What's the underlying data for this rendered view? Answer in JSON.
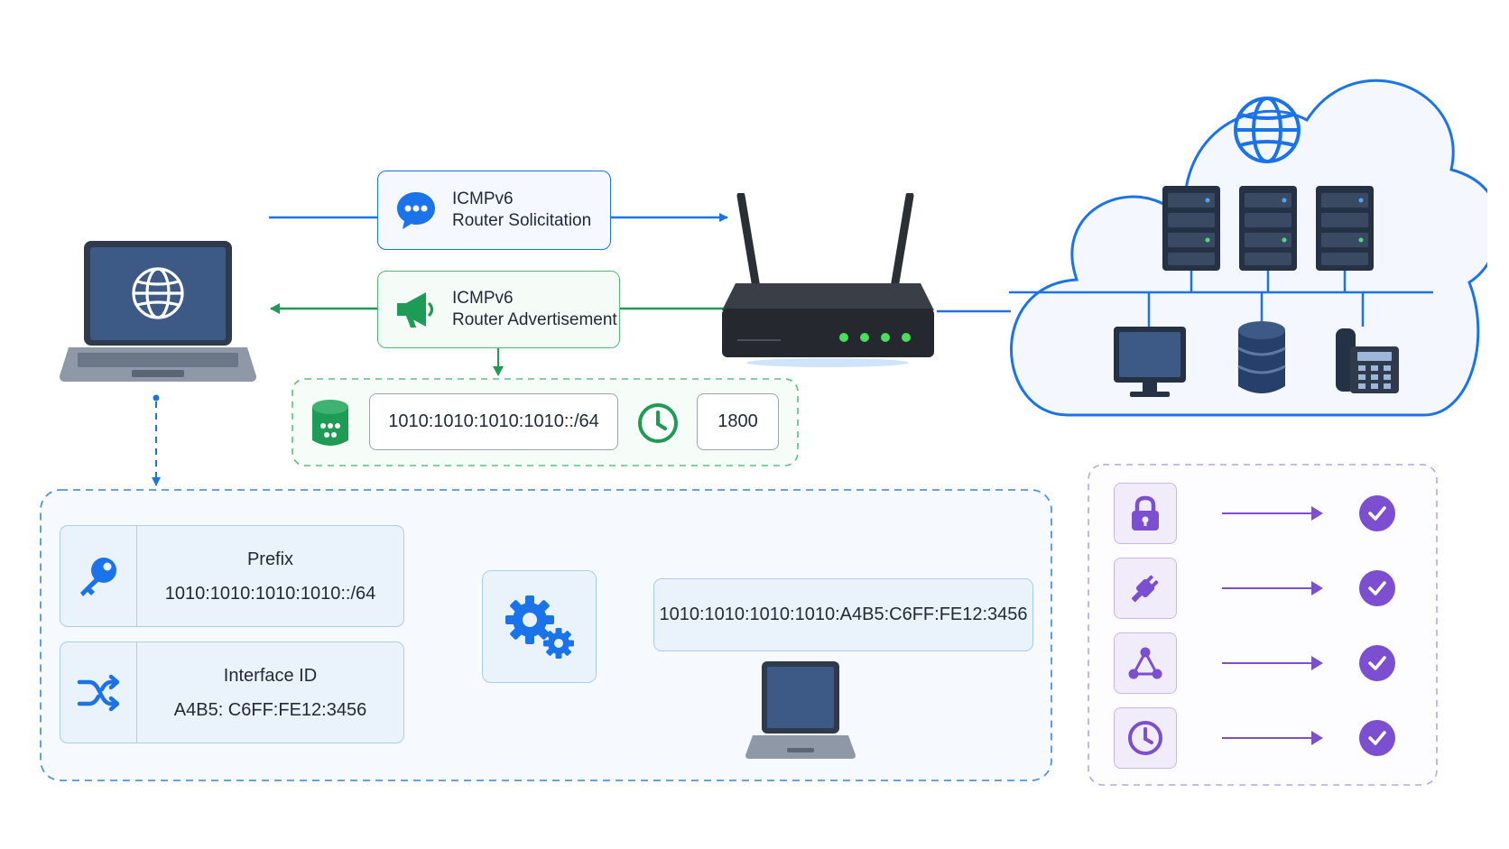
{
  "messages": {
    "solicitation": {
      "line1": "ICMPv6",
      "line2": "Router Solicitation",
      "icon": "chat-bubble-icon"
    },
    "advertisement": {
      "line1": "ICMPv6",
      "line2": "Router Advertisement",
      "icon": "megaphone-icon"
    }
  },
  "ra_details": {
    "prefix": "1010:1010:1010:1010::/64",
    "lifetime": "1800",
    "icons": [
      "database-icon",
      "clock-icon"
    ]
  },
  "slaac": {
    "prefix_card": {
      "label": "Prefix",
      "value": "1010:1010:1010:1010::/64",
      "icon": "key-icon"
    },
    "interface_card": {
      "label": "Interface ID",
      "value": "A4B5: C6FF:FE12:3456",
      "icon": "shuffle-icon"
    },
    "result_address": "1010:1010:1010:1010:A4B5:C6FF:FE12:3456",
    "process_icon": "gears-icon"
  },
  "properties_panel": {
    "icons": [
      "lock-icon",
      "plug-icon",
      "network-icon",
      "clock-icon"
    ],
    "status_icon": "check-circle-icon"
  },
  "colors": {
    "blue": "#1a73e8",
    "green": "#1e9b55",
    "purple": "#7c4fd0",
    "router": "#2b2f36",
    "laptop_screen": "#3d5a87"
  }
}
